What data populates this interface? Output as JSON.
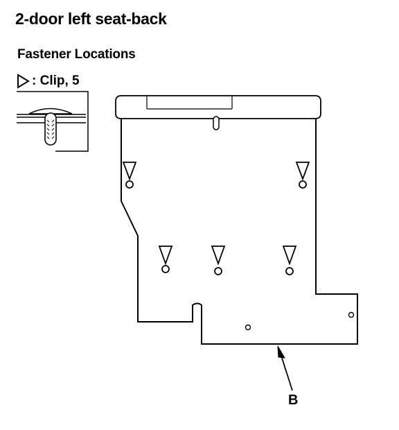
{
  "title": "2-door left seat-back",
  "subtitle": "Fastener Locations",
  "legend": {
    "symbol": "triangle-clip-icon",
    "text": ": Clip, 5"
  },
  "callout": {
    "label": "B"
  }
}
